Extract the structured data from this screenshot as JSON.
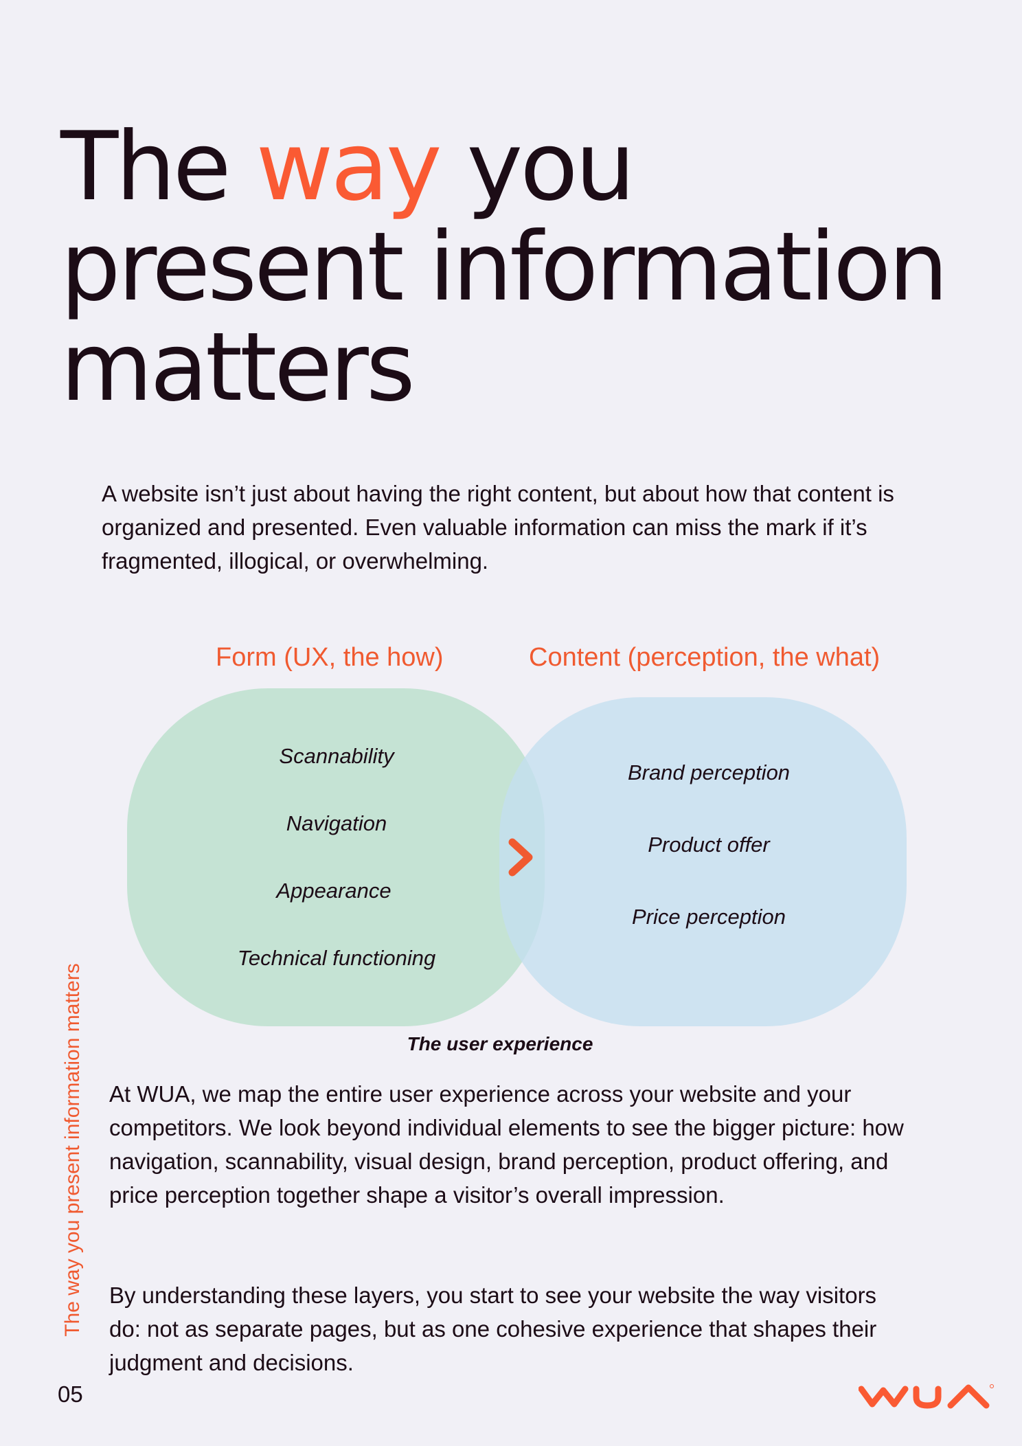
{
  "title": {
    "part1": "The ",
    "accent": "way",
    "part2": " you",
    "line2": "present information",
    "line3": "matters"
  },
  "intro": "A website isn’t just about having the right content, but about how that content is organized and presented. Even valuable information can miss the mark if it’s fragmented, illogical, or overwhelming.",
  "diagram": {
    "form_label": "Form (UX, the how)",
    "content_label": "Content (perception, the what)",
    "form_items": [
      "Scannability",
      "Navigation",
      "Appearance",
      "Technical functioning"
    ],
    "content_items": [
      "Brand perception",
      "Product offer",
      "Price perception"
    ],
    "caption": "The user experience",
    "arrow_icon": "chevron-right-icon"
  },
  "body": {
    "paragraph1": "At WUA, we map the entire user experience across your website and your competitors. We look beyond individual elements to see the bigger picture: how navigation, scannability, visual design, brand perception, product offering, and price perception together shape a visitor’s overall impression.",
    "paragraph2": "By understanding these layers, you start to see your website the way visitors do: not as separate pages, but as one cohesive experience that shapes their judgment and decisions."
  },
  "sidebar_label": "The way you present information matters",
  "page_number": "05",
  "logo": "WUA",
  "colors": {
    "accent": "#fa5a33",
    "text": "#1c0c16",
    "background": "#f1f0f6",
    "form_blob": "#c4e4d4",
    "content_blob": "#d0e3f0"
  }
}
